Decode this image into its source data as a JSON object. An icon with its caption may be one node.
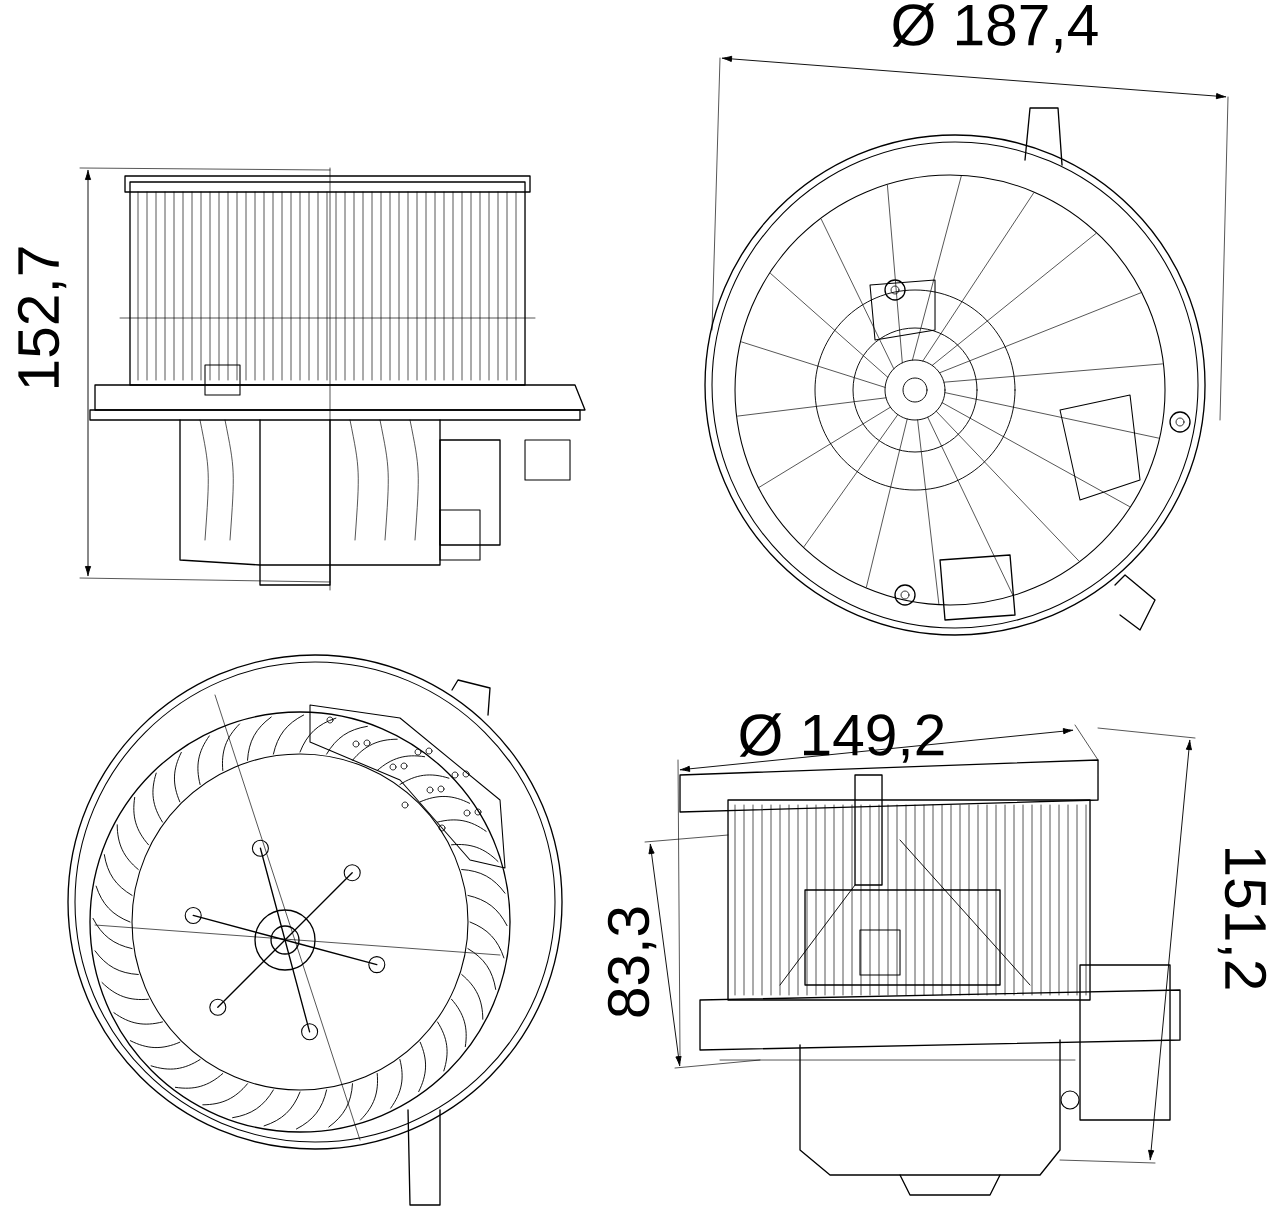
{
  "diagram": {
    "labels": [
      "Ø 187,4",
      "152,7",
      "Ø 149,2",
      "83,3",
      "151,2"
    ]
  }
}
